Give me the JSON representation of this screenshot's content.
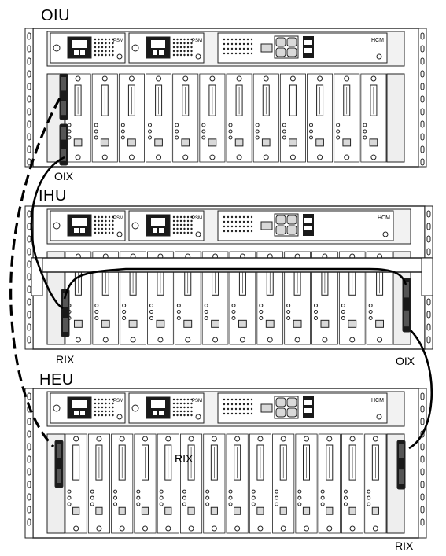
{
  "units": [
    {
      "name": "OIU",
      "slots": 12
    },
    {
      "name": "IHU",
      "slots": 12
    },
    {
      "name": "HEU",
      "slots": 14
    }
  ],
  "port_labels": {
    "oiu_oix": "OIX",
    "ihu_rix": "RIX",
    "ihu_oix": "OIX",
    "heu_rix_center": "RIX",
    "heu_rix_bottom": "RIX"
  },
  "module_text": {
    "hcm": "HCM",
    "psm": "PSM"
  },
  "colors": {
    "ink": "#000000",
    "line": "#222222",
    "panel": "#ffffff",
    "shade": "#d9d9d9",
    "dark": "#1a1a1a"
  },
  "cables": [
    {
      "from": "OIU",
      "to": "HEU",
      "style": "dashed"
    },
    {
      "from": "OIU",
      "to": "IHU",
      "style": "solid"
    },
    {
      "from": "IHU",
      "to": "IHU",
      "style": "solid"
    },
    {
      "from": "IHU",
      "to": "HEU",
      "style": "solid"
    }
  ]
}
